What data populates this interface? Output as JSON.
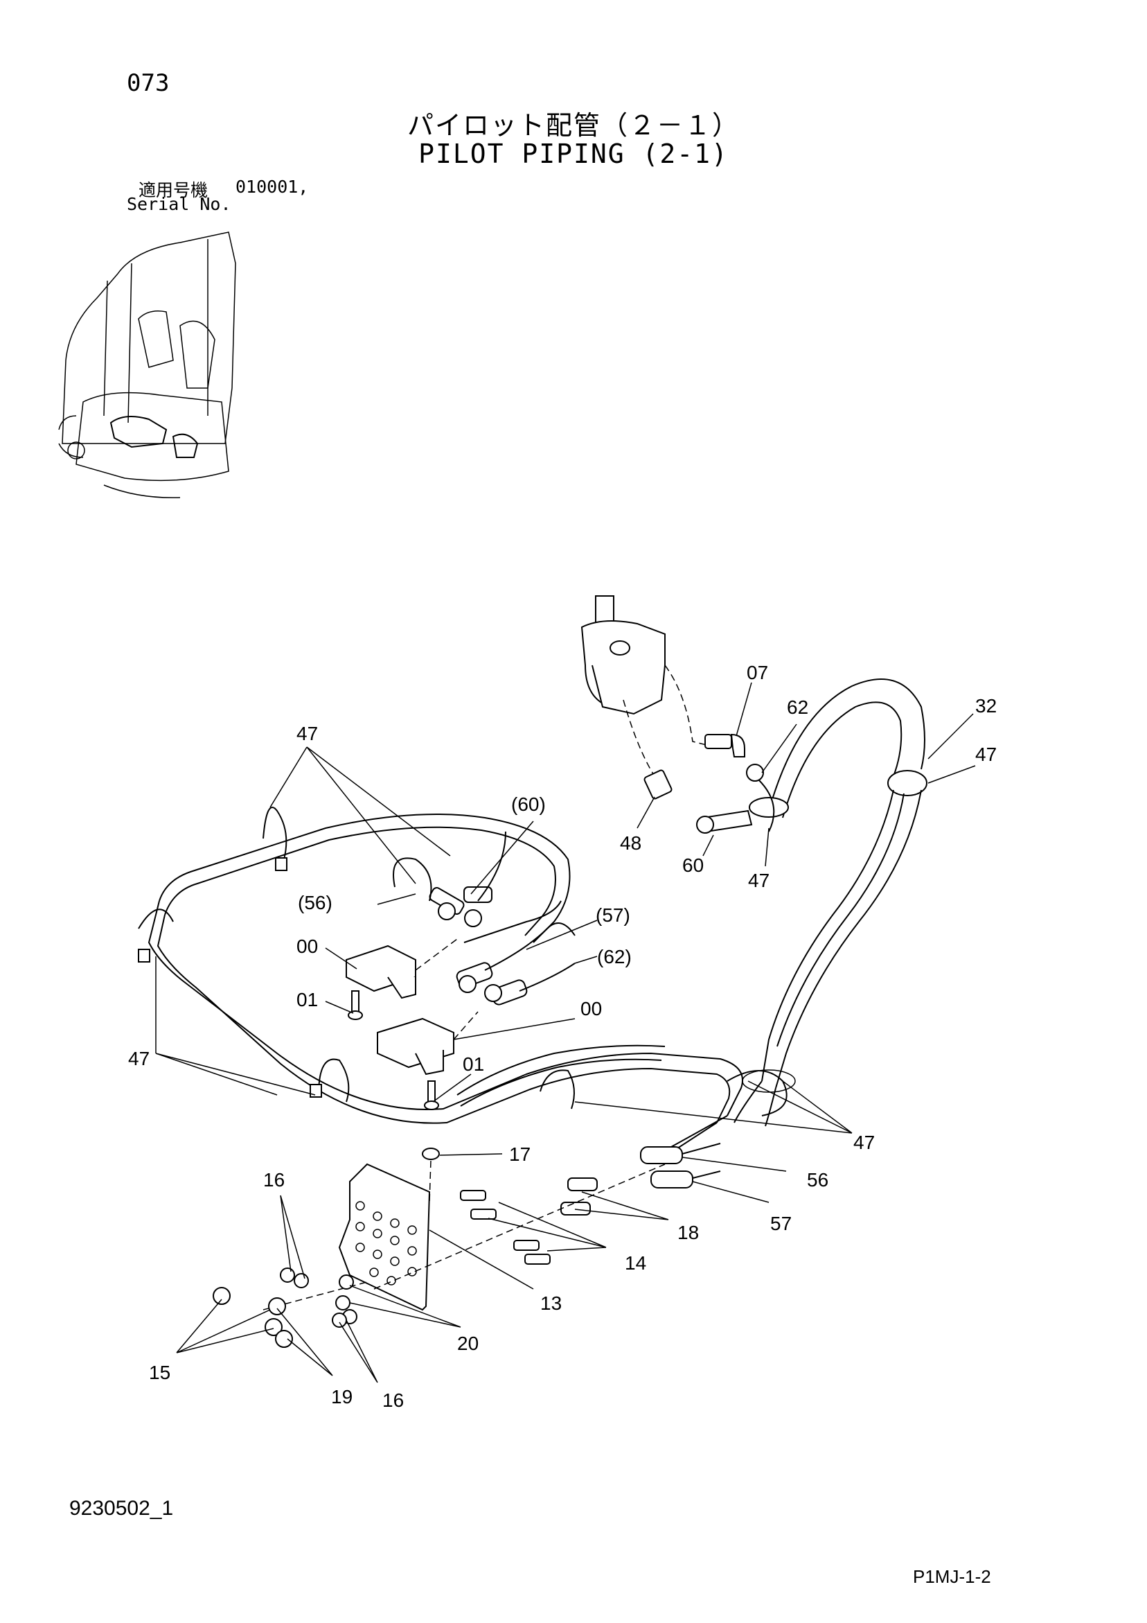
{
  "header": {
    "page_number": "073",
    "title_jp": "パイロット配管（２－１）",
    "title_en": "PILOT PIPING (2-1)",
    "serial_label_jp": "適用号機",
    "serial_value": "010001,",
    "serial_label_en": "Serial No."
  },
  "footer": {
    "doc_code": "9230502_1",
    "sheet_code": "P1MJ-1-2"
  },
  "callouts": {
    "c_47_top": "47",
    "c_60p": "(60)",
    "c_56p": "(56)",
    "c_57p": "(57)",
    "c_62p": "(62)",
    "c_00_a": "00",
    "c_01_a": "01",
    "c_00_b": "00",
    "c_01_b": "01",
    "c_47_left": "47",
    "c_07": "07",
    "c_62": "62",
    "c_32": "32",
    "c_47_right": "47",
    "c_48": "48",
    "c_60": "60",
    "c_47_clamp": "47",
    "c_47_lower": "47",
    "c_17": "17",
    "c_56": "56",
    "c_57": "57",
    "c_16_a": "16",
    "c_18": "18",
    "c_14": "14",
    "c_13": "13",
    "c_20": "20",
    "c_15": "15",
    "c_19": "19",
    "c_16_b": "16"
  }
}
